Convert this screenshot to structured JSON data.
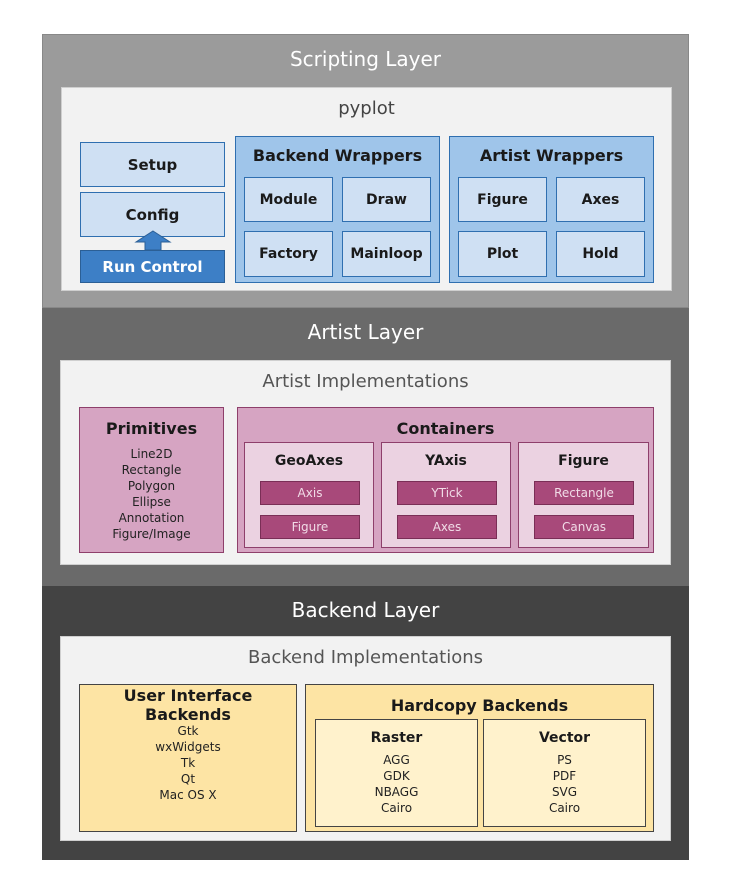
{
  "scripting_layer": {
    "title": "Scripting Layer",
    "panel_title": "pyplot",
    "left_stack": [
      "Setup",
      "Config",
      "Run Control"
    ],
    "backend_wrappers": {
      "title": "Backend Wrappers",
      "items": [
        "Module",
        "Draw",
        "Factory",
        "Mainloop"
      ]
    },
    "artist_wrappers": {
      "title": "Artist Wrappers",
      "items": [
        "Figure",
        "Axes",
        "Plot",
        "Hold"
      ]
    }
  },
  "artist_layer": {
    "title": "Artist Layer",
    "panel_title": "Artist Implementations",
    "primitives": {
      "title": "Primitives",
      "items": [
        "Line2D",
        "Rectangle",
        "Polygon",
        "Ellipse",
        "Annotation",
        "Figure/Image"
      ]
    },
    "containers": {
      "title": "Containers",
      "groups": [
        {
          "title": "GeoAxes",
          "items": [
            "Axis",
            "Figure"
          ]
        },
        {
          "title": "YAxis",
          "items": [
            "YTick",
            "Axes"
          ]
        },
        {
          "title": "Figure",
          "items": [
            "Rectangle",
            "Canvas"
          ]
        }
      ]
    }
  },
  "backend_layer": {
    "title": "Backend Layer",
    "panel_title": "Backend Implementations",
    "ui_backends": {
      "title": "User Interface Backends",
      "items": [
        "Gtk",
        "wxWidgets",
        "Tk",
        "Qt",
        "Mac OS X"
      ]
    },
    "hardcopy_backends": {
      "title": "Hardcopy Backends",
      "raster": {
        "title": "Raster",
        "items": [
          "AGG",
          "GDK",
          "NBAGG",
          "Cairo"
        ]
      },
      "vector": {
        "title": "Vector",
        "items": [
          "PS",
          "PDF",
          "SVG",
          "Cairo"
        ]
      }
    }
  },
  "colors": {
    "scripting_bg": "#9b9b9b",
    "artist_bg": "#6a6a6a",
    "backend_bg": "#434343",
    "blue_accent": "#3d7fc6",
    "plum_accent": "#a8497a",
    "yellow_accent": "#fde4a4"
  }
}
